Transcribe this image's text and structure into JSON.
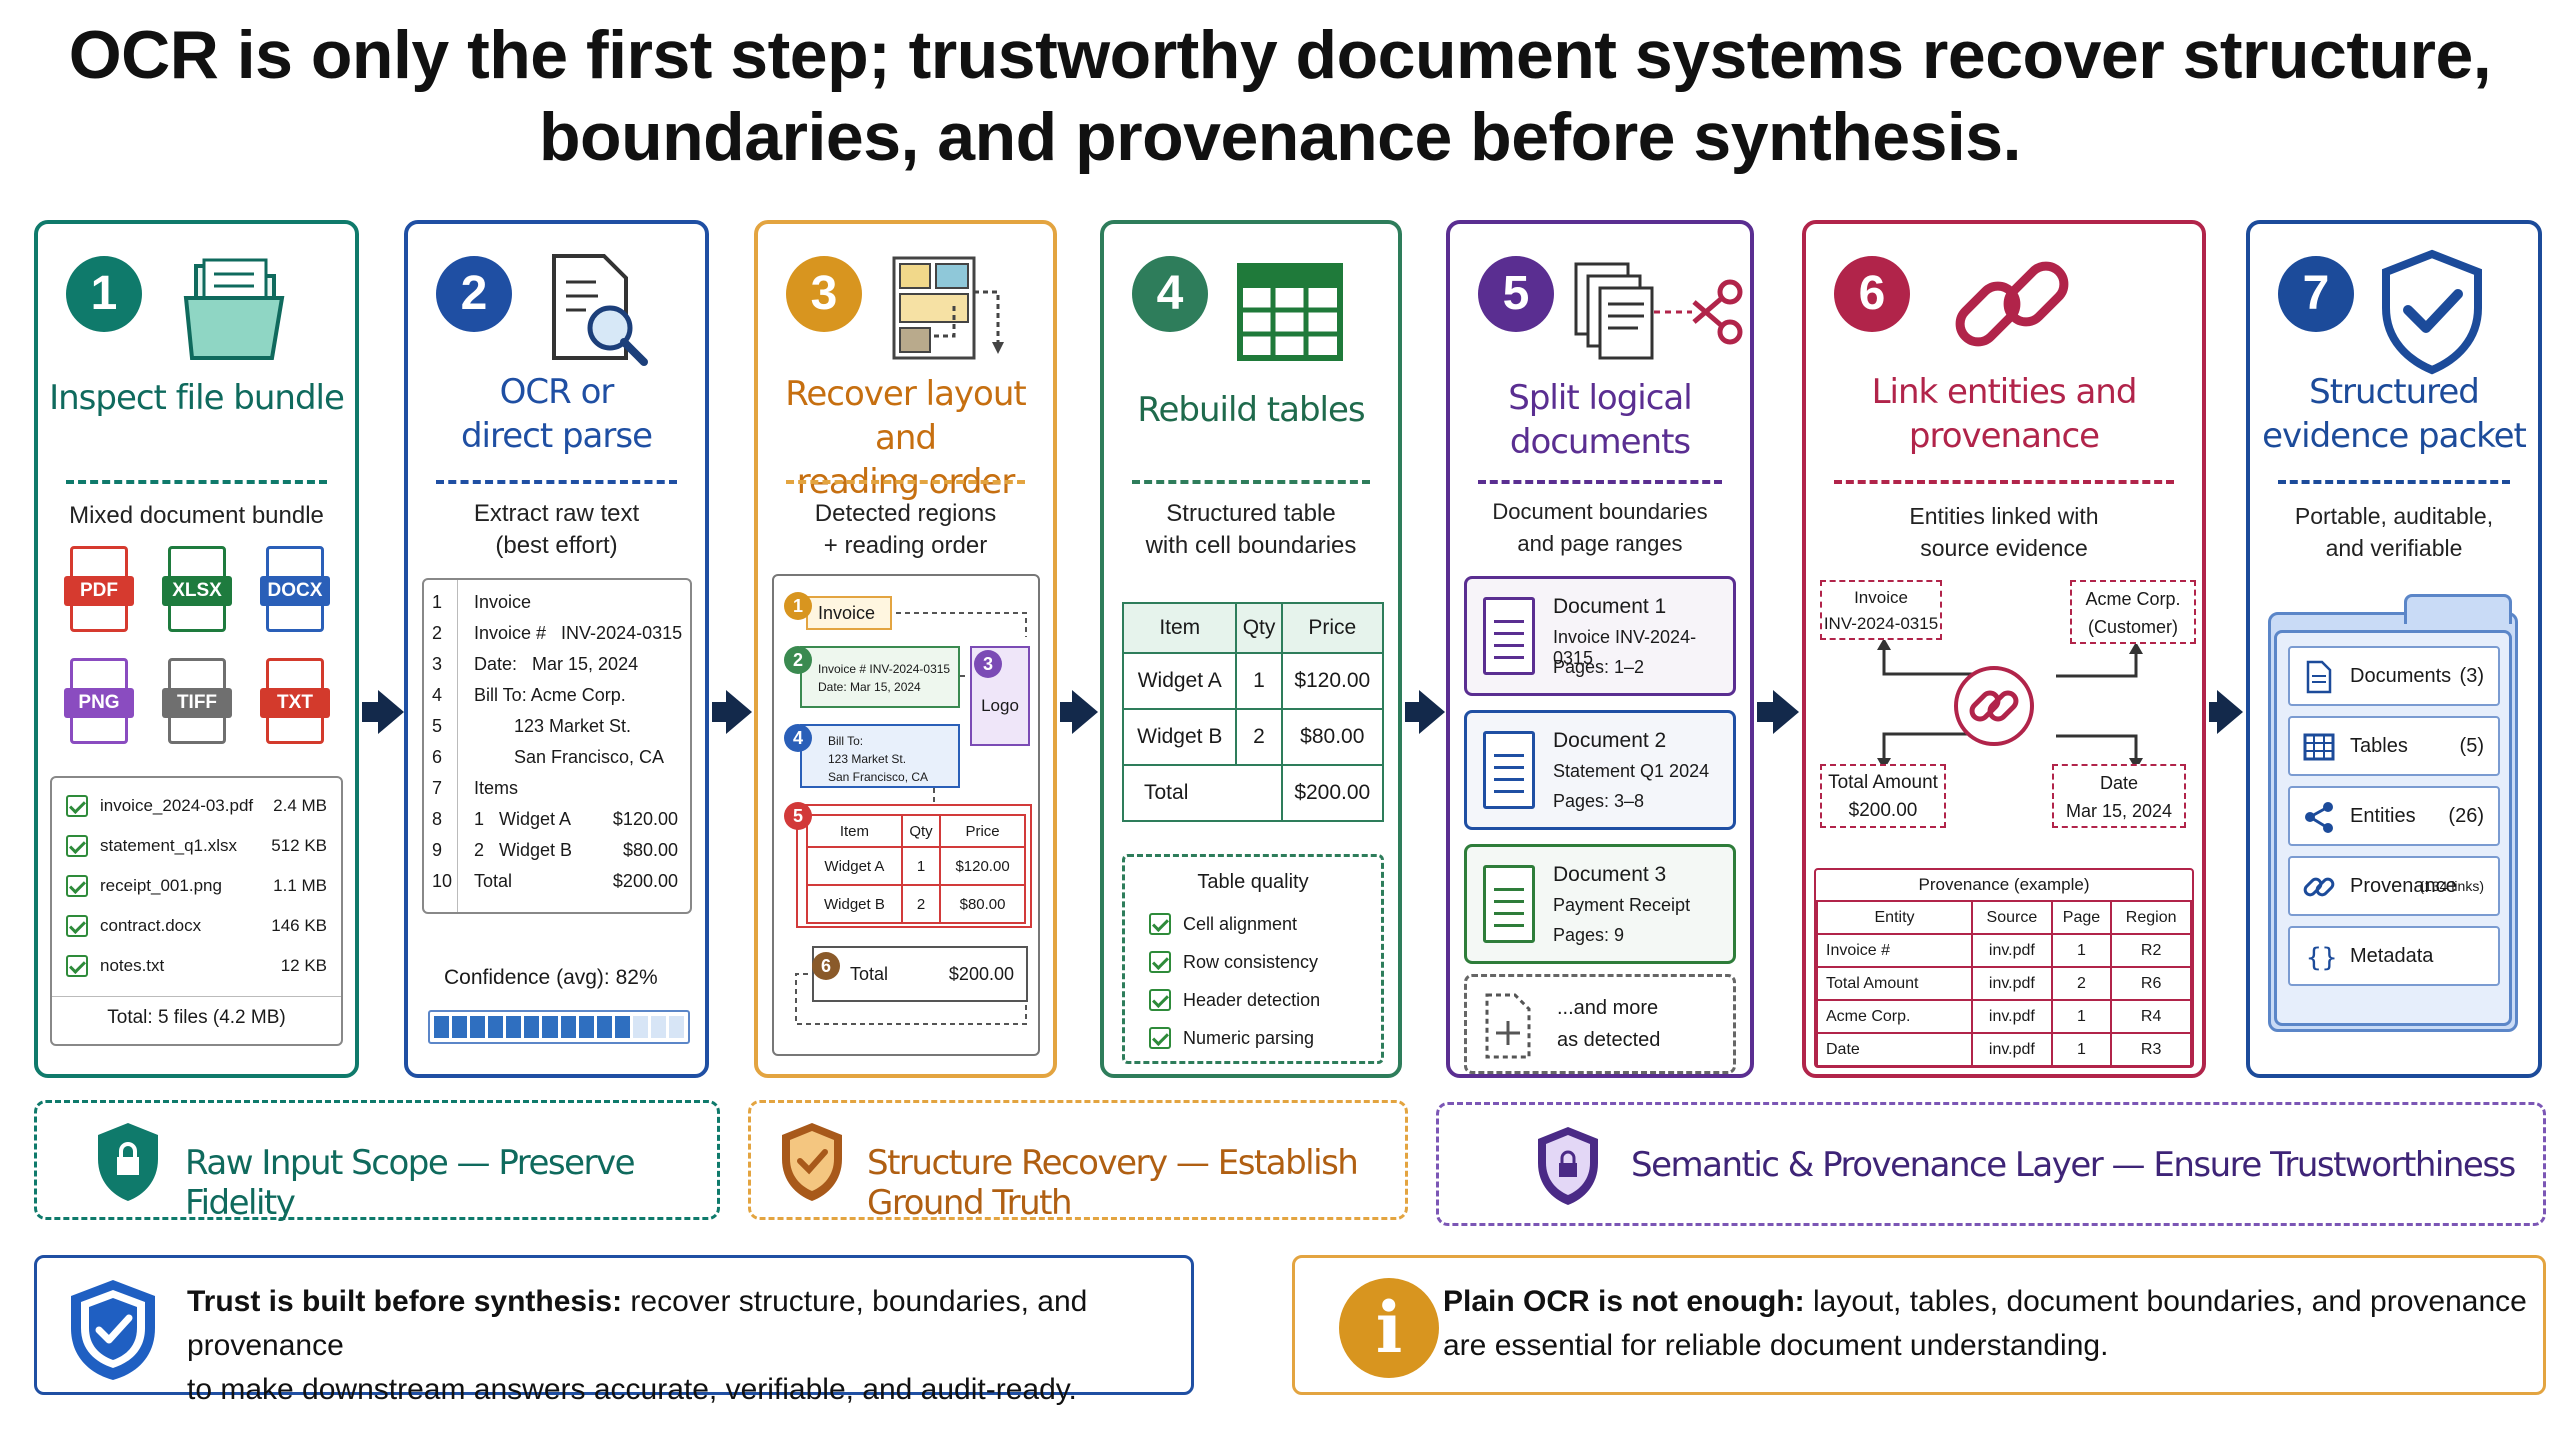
{
  "title": {
    "line1": "OCR is only the first step; trustworthy document systems recover structure,",
    "line2": "boundaries, and provenance before synthesis."
  },
  "colors": {
    "teal": "#0f7a6b",
    "blue": "#1f4fa3",
    "orange": "#d48a1a",
    "green": "#2e7d5b",
    "purple": "#5a2e91",
    "crimson": "#b1244a",
    "navy": "#1c4b9a",
    "arrow": "#13294b"
  },
  "steps": [
    {
      "num": "1",
      "title1": "Inspect file bundle",
      "title2": "",
      "subtitle": "Mixed document bundle",
      "icon": "folder-icon"
    },
    {
      "num": "2",
      "title1": "OCR or",
      "title2": "direct parse",
      "subtitle": "Extract raw text",
      "subtitle2": "(best effort)",
      "icon": "document-search-icon"
    },
    {
      "num": "3",
      "title1": "Recover layout and",
      "title2": "reading order",
      "subtitle": "Detected regions",
      "subtitle2": "+ reading order",
      "icon": "layout-icon"
    },
    {
      "num": "4",
      "title1": "Rebuild tables",
      "title2": "",
      "subtitle": "Structured table",
      "subtitle2": "with cell boundaries",
      "icon": "table-icon"
    },
    {
      "num": "5",
      "title1": "Split logical",
      "title2": "documents",
      "subtitle": "Document boundaries",
      "subtitle2": "and page ranges",
      "icon": "scissors-icon"
    },
    {
      "num": "6",
      "title1": "Link entities and",
      "title2": "provenance",
      "subtitle": "Entities linked with",
      "subtitle2": "source evidence",
      "icon": "link-icon"
    },
    {
      "num": "7",
      "title1": "Structured",
      "title2": "evidence packet",
      "subtitle": "Portable, auditable,",
      "subtitle2": "and verifiable",
      "icon": "shield-check-icon"
    }
  ],
  "bundle": {
    "badges": [
      {
        "label": "PDF",
        "color": "#d63a2f"
      },
      {
        "label": "XLSX",
        "color": "#1e7b3e"
      },
      {
        "label": "DOCX",
        "color": "#2a5fb8"
      },
      {
        "label": "PNG",
        "color": "#8a4cc0"
      },
      {
        "label": "TIFF",
        "color": "#6f6f6f"
      },
      {
        "label": "TXT",
        "color": "#d33a2c"
      }
    ],
    "files": [
      {
        "name": "invoice_2024-03.pdf",
        "size": "2.4 MB"
      },
      {
        "name": "statement_q1.xlsx",
        "size": "512 KB"
      },
      {
        "name": "receipt_001.png",
        "size": "1.1 MB"
      },
      {
        "name": "contract.docx",
        "size": "146 KB"
      },
      {
        "name": "notes.txt",
        "size": "12 KB"
      }
    ],
    "total": "Total: 5 files (4.2 MB)"
  },
  "ocr": {
    "lines": [
      {
        "n": "1",
        "t": "Invoice",
        "v": ""
      },
      {
        "n": "2",
        "t": "Invoice #   INV-2024-0315",
        "v": ""
      },
      {
        "n": "3",
        "t": "Date:   Mar 15, 2024",
        "v": ""
      },
      {
        "n": "4",
        "t": "Bill To: Acme Corp.",
        "v": ""
      },
      {
        "n": "5",
        "t": "        123 Market St.",
        "v": ""
      },
      {
        "n": "6",
        "t": "        San Francisco, CA",
        "v": ""
      },
      {
        "n": "7",
        "t": "Items",
        "v": ""
      },
      {
        "n": "8",
        "t": "1   Widget A",
        "v": "$120.00"
      },
      {
        "n": "9",
        "t": "2   Widget B",
        "v": "$80.00"
      },
      {
        "n": "10",
        "t": "Total",
        "v": "$200.00"
      }
    ],
    "confidence": "Confidence (avg): 82%",
    "confidence_value": 0.82
  },
  "layout": {
    "r1": "Invoice",
    "r2_a": "Invoice #  INV-2024-0315",
    "r2_b": "Date:  Mar 15, 2024",
    "r3": "Logo",
    "r4_a": "Bill To:",
    "r4_b": "123 Market St.",
    "r4_c": "San Francisco, CA",
    "table_head": [
      "Item",
      "Qty",
      "Price"
    ],
    "table_rows": [
      [
        "Widget A",
        "1",
        "$120.00"
      ],
      [
        "Widget B",
        "2",
        "$80.00"
      ]
    ],
    "total_label": "Total",
    "total_value": "$200.00",
    "nums": [
      "1",
      "2",
      "3",
      "4",
      "5",
      "6"
    ]
  },
  "tables": {
    "head": [
      "Item",
      "Qty",
      "Price"
    ],
    "rows": [
      [
        "Widget A",
        "1",
        "$120.00"
      ],
      [
        "Widget B",
        "2",
        "$80.00"
      ]
    ],
    "total_label": "Total",
    "total_value": "$200.00",
    "quality_title": "Table quality",
    "checks": [
      "Cell alignment",
      "Row consistency",
      "Header detection",
      "Numeric parsing"
    ]
  },
  "split": {
    "docs": [
      {
        "title": "Document 1",
        "line1": "Invoice INV-2024-0315",
        "line2": "Pages: 1–2",
        "color": "#5a2e91"
      },
      {
        "title": "Document 2",
        "line1": "Statement Q1 2024",
        "line2": "Pages: 3–8",
        "color": "#1f4fa3"
      },
      {
        "title": "Document 3",
        "line1": "Payment Receipt",
        "line2": "Pages: 9",
        "color": "#2e7d3a"
      }
    ],
    "more1": "...and more",
    "more2": "as detected"
  },
  "link": {
    "e1a": "Invoice",
    "e1b": "INV-2024-0315",
    "e2a": "Acme Corp.",
    "e2b": "(Customer)",
    "e3a": "Total Amount",
    "e3b": "$200.00",
    "e4a": "Date",
    "e4b": "Mar 15, 2024",
    "prov_title": "Provenance (example)",
    "prov_head": [
      "Entity",
      "Source",
      "Page",
      "Region"
    ],
    "prov_rows": [
      [
        "Invoice #",
        "inv.pdf",
        "1",
        "R2"
      ],
      [
        "Total Amount",
        "inv.pdf",
        "2",
        "R6"
      ],
      [
        "Acme Corp.",
        "inv.pdf",
        "1",
        "R4"
      ],
      [
        "Date",
        "inv.pdf",
        "1",
        "R3"
      ]
    ]
  },
  "packet": {
    "rows": [
      {
        "label": "Documents",
        "count": "(3)",
        "icon": "document-icon"
      },
      {
        "label": "Tables",
        "count": "(5)",
        "icon": "table-icon"
      },
      {
        "label": "Entities",
        "count": "(26)",
        "icon": "share-nodes-icon"
      },
      {
        "label": "Provenance",
        "count": "(134 links)",
        "icon": "link-icon"
      },
      {
        "label": "Metadata",
        "count": "",
        "icon": "braces-icon"
      }
    ]
  },
  "phases": [
    {
      "label": "Raw Input Scope — Preserve Fidelity",
      "color": "#0f7a6b"
    },
    {
      "label": "Structure Recovery — Establish Ground Truth",
      "color": "#c06b12"
    },
    {
      "label": "Semantic & Provenance Layer — Ensure Trustworthiness",
      "color": "#4a2a86"
    }
  ],
  "notes": [
    {
      "bold": "Trust is built before synthesis:",
      "text1": " recover structure, boundaries, and provenance",
      "text2": "to make downstream answers accurate, verifiable, and audit-ready."
    },
    {
      "bold": "Plain OCR is not enough:",
      "text1": " layout, tables, document boundaries, and provenance",
      "text2": "are essential for reliable document understanding."
    }
  ]
}
